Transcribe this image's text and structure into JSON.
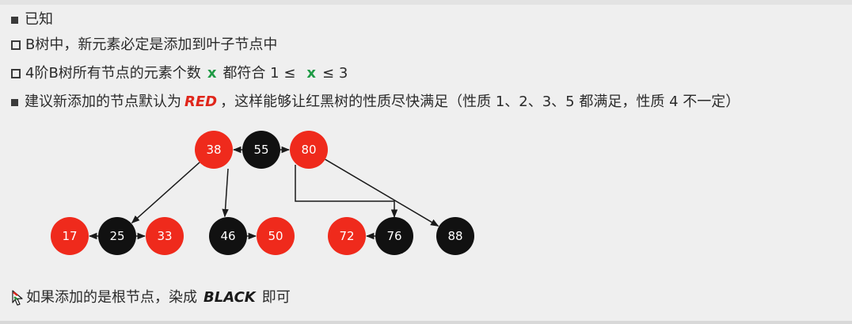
{
  "bullets": [
    {
      "text": "已知"
    },
    {
      "text": "B树中，新元素必定是添加到叶子节点中"
    },
    {
      "prefix": "4阶B树所有节点的元素个数",
      "var1": "x",
      "mid": "都符合 1 ≤",
      "var2": "x",
      "suffix": "≤ 3"
    },
    {
      "prefix": "建议新添加的节点默认为",
      "highlight": "RED",
      "suffix": "，这样能够让红黑树的性质尽快满足（性质 1、2、3、5 都满足，性质 4 不一定）"
    }
  ],
  "footer": {
    "prefix": "如果添加的是根节点，染成",
    "highlight": "BLACK",
    "suffix": "即可"
  },
  "colors": {
    "red_node": "#ef2a1c",
    "black_node": "#111111",
    "edge": "#1a1a1a"
  },
  "tree": {
    "nodes": [
      {
        "id": "38",
        "label": "38",
        "color": "red"
      },
      {
        "id": "55",
        "label": "55",
        "color": "black"
      },
      {
        "id": "80",
        "label": "80",
        "color": "red"
      },
      {
        "id": "17",
        "label": "17",
        "color": "red"
      },
      {
        "id": "25",
        "label": "25",
        "color": "black"
      },
      {
        "id": "33",
        "label": "33",
        "color": "red"
      },
      {
        "id": "46",
        "label": "46",
        "color": "black"
      },
      {
        "id": "50",
        "label": "50",
        "color": "red"
      },
      {
        "id": "72",
        "label": "72",
        "color": "red"
      },
      {
        "id": "76",
        "label": "76",
        "color": "black"
      },
      {
        "id": "88",
        "label": "88",
        "color": "black"
      }
    ],
    "sibling_links": [
      {
        "from": "55",
        "to": "38"
      },
      {
        "from": "55",
        "to": "80"
      },
      {
        "from": "25",
        "to": "17"
      },
      {
        "from": "25",
        "to": "33"
      },
      {
        "from": "46",
        "to": "50"
      },
      {
        "from": "76",
        "to": "72"
      }
    ],
    "child_links": [
      {
        "from": "38",
        "to": "25"
      },
      {
        "from": "38",
        "to": "46"
      },
      {
        "from": "80",
        "to": "76"
      },
      {
        "from": "80",
        "to": "88"
      }
    ]
  }
}
